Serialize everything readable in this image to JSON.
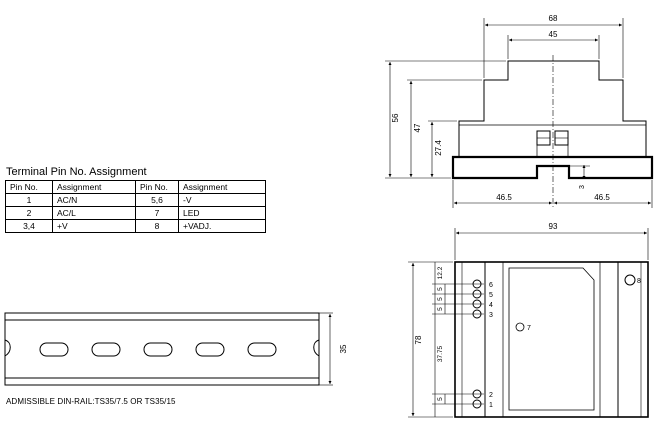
{
  "pin_table": {
    "title": "Terminal Pin No. Assignment",
    "headers": [
      "Pin No.",
      "Assignment",
      "Pin No.",
      "Assignment"
    ],
    "rows": [
      [
        "1",
        "AC/N",
        "5,6",
        "-V"
      ],
      [
        "2",
        "AC/L",
        "7",
        "LED"
      ],
      [
        "3,4",
        "+V",
        "8",
        "+VADJ."
      ]
    ]
  },
  "rail": {
    "caption": "ADMISSIBLE DIN-RAIL:TS35/7.5 OR TS35/15",
    "height_dim": "35"
  },
  "side_view": {
    "dims": {
      "top_width": "68",
      "inner_width": "45",
      "overall_height": "56",
      "body_height": "47",
      "step_height": "27.4",
      "half_left": "46.5",
      "half_right": "46.5",
      "clip": "3"
    }
  },
  "front_view": {
    "dims": {
      "width": "93",
      "height": "78",
      "pitch_a": "12.2",
      "pitch_b": "5",
      "pitch_c": "5",
      "pitch_d": "5",
      "pitch_e": "37.75",
      "pitch_f": "5"
    },
    "pin_labels": [
      "6",
      "5",
      "4",
      "3",
      "2",
      "1"
    ],
    "led_label": "7",
    "adj_label": "8"
  }
}
